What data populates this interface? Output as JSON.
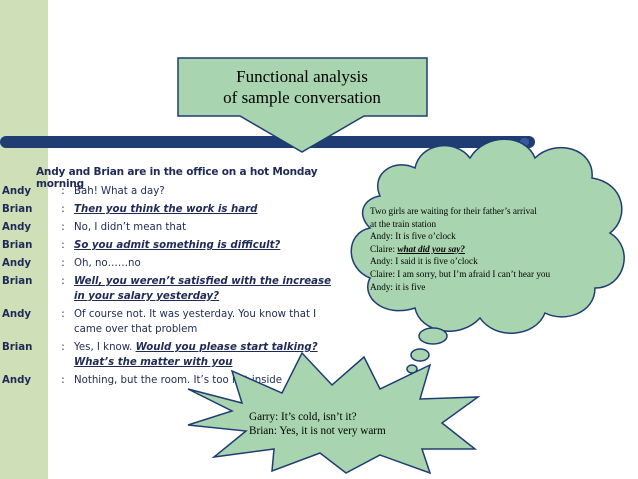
{
  "banner": {
    "line1": "Functional analysis",
    "line2": "of sample conversation"
  },
  "intro": "Andy and Brian are in the office on a hot Monday morning",
  "conversation": [
    {
      "speaker": "Andy",
      "colon": ":",
      "text": "Bah! What a day?",
      "highlight": false
    },
    {
      "speaker": "Brian",
      "colon": ":",
      "text": "Then you think the work is hard",
      "highlight": true
    },
    {
      "speaker": "Andy",
      "colon": ":",
      "text": "No, I didn’t mean that",
      "highlight": false
    },
    {
      "speaker": "Brian",
      "colon": ":",
      "text": "So you admit something is difficult?",
      "highlight": true
    },
    {
      "speaker": "Andy",
      "colon": ":",
      "text": "Oh, no……no",
      "highlight": false
    },
    {
      "speaker": "Brian",
      "colon": ":",
      "text": "Well, you weren’t satisfied with the increase in your salary yesterday?",
      "highlight": true
    },
    {
      "speaker": "Andy",
      "colon": ":",
      "text": "Of course not. It was yesterday. You know that I came over that problem",
      "highlight": false
    },
    {
      "speaker": "Brian",
      "colon": ":",
      "pre": "Yes, I know. ",
      "text": "Would you please start talking? What’s the matter with you",
      "highlight": true
    },
    {
      "speaker": "Andy",
      "colon": ":",
      "text": "Nothing, but the room. It’s too hot inside",
      "highlight": false
    }
  ],
  "cloud": {
    "lines": [
      "Two girls are waiting for their father’s arrival",
      "at the train station",
      "Andy: It is five o’clock",
      "Claire: ",
      "Andy: I said it is five o’clock",
      "Claire: I am sorry, but I’m afraid I can’t hear you",
      "Andy: it is five"
    ],
    "claire_question": "what did you say?"
  },
  "star": {
    "line1": "Garry: It’s cold, isn’t it?",
    "line2": "Brian: Yes, it is not very warm"
  },
  "colors": {
    "left_band": "#cfe0b8",
    "divider": "#1f3d73",
    "shape_fill": "#a8d5b0",
    "text_dark": "#1f2a55"
  }
}
